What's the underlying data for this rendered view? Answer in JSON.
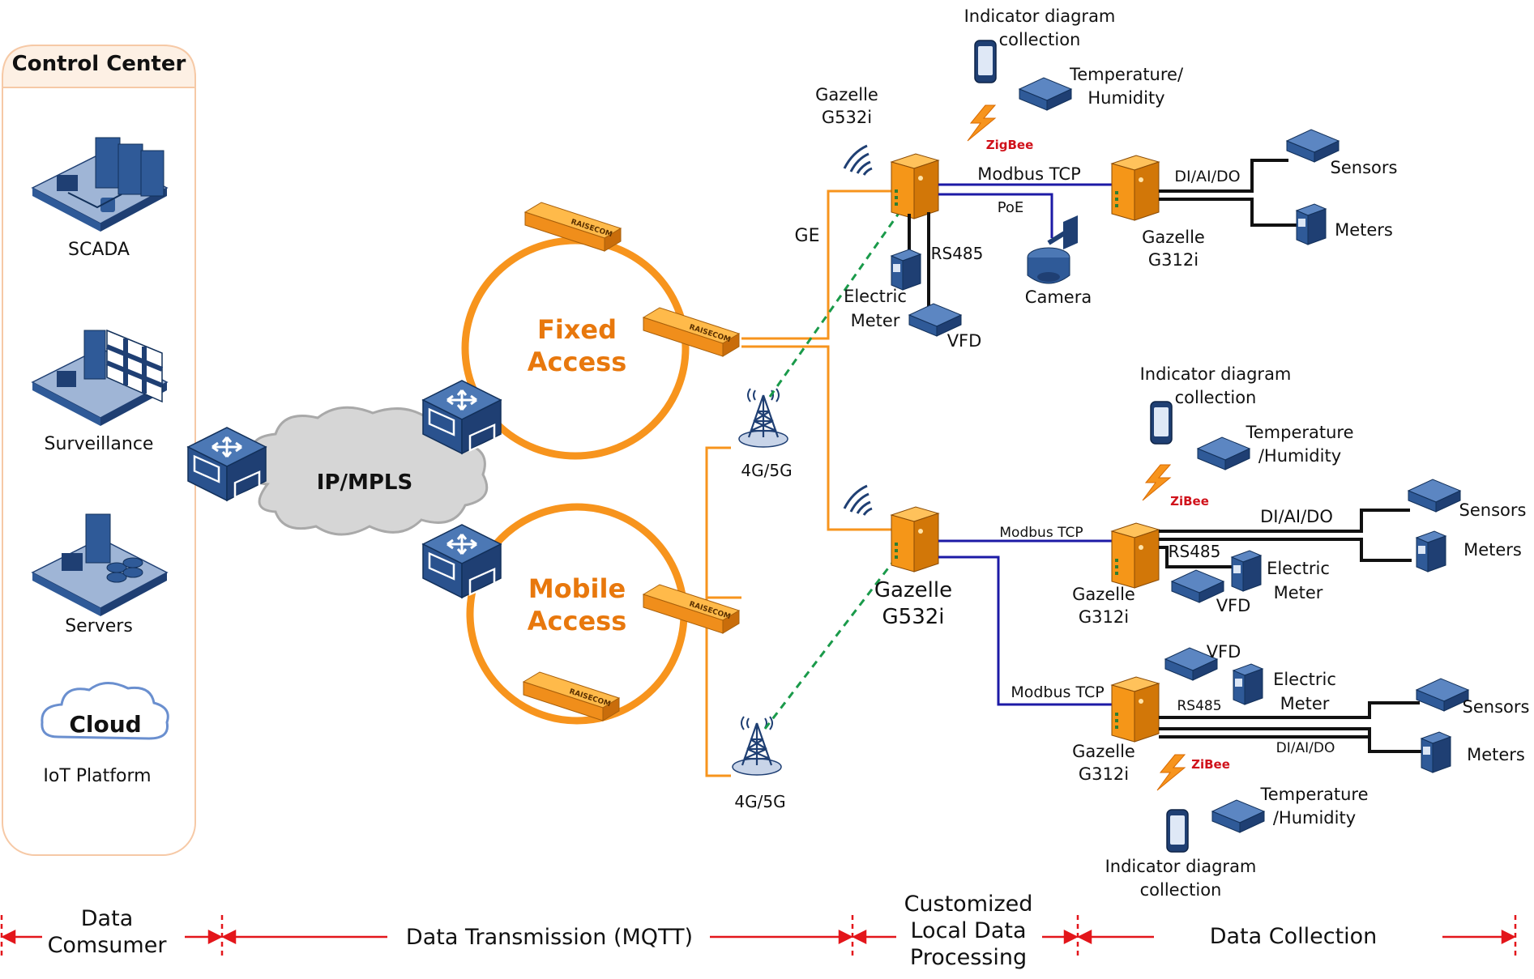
{
  "control_center": {
    "title": "Control Center",
    "items": [
      "SCADA",
      "Surveillance",
      "Servers",
      "IoT Platform"
    ],
    "cloud_label": "Cloud"
  },
  "core": {
    "cloud_label": "IP/MPLS",
    "fixed_ring": [
      "Fixed",
      "Access"
    ],
    "mobile_ring": [
      "Mobile",
      "Access"
    ],
    "switch_brand": "RAISECOM",
    "tower_label": "4G/5G",
    "ge_label": "GE"
  },
  "site1": {
    "gateway": [
      "Gazelle",
      "G532i"
    ],
    "collection": [
      "Indicator diagram",
      "collection"
    ],
    "temp": [
      "Temperature/",
      "Humidity"
    ],
    "zigbee": "ZigBee",
    "modbus": "Modbus TCP",
    "poe": "PoE",
    "rs485": "RS485",
    "electric_meter": [
      "Electric",
      "Meter"
    ],
    "vfd": "VFD",
    "camera": "Camera",
    "dio": "DI/AI/DO",
    "g312": [
      "Gazelle",
      "G312i"
    ],
    "sensors": "Sensors",
    "meters": "Meters"
  },
  "site2": {
    "gateway": [
      "Gazelle",
      "G532i"
    ],
    "collection": [
      "Indicator diagram",
      "collection"
    ],
    "temp": [
      "Temperature",
      "/Humidity"
    ],
    "zibee": "ZiBee",
    "modbus": "Modbus TCP",
    "dio": "DI/AI/DO",
    "rs485": "RS485",
    "electric_meter": [
      "Electric",
      "Meter"
    ],
    "vfd": "VFD",
    "g312": [
      "Gazelle",
      "G312i"
    ],
    "sensors": "Sensors",
    "meters": "Meters"
  },
  "site3": {
    "modbus": "Modbus TCP",
    "vfd": "VFD",
    "electric_meter": [
      "Electric",
      "Meter"
    ],
    "rs485": "RS485",
    "dio": "DI/AI/DO",
    "g312": [
      "Gazelle",
      "G312i"
    ],
    "zibee": "ZiBee",
    "sensors": "Sensors",
    "meters": "Meters",
    "temp": [
      "Temperature",
      "/Humidity"
    ],
    "collection": [
      "Indicator diagram",
      "collection"
    ]
  },
  "bottom": {
    "data_consumer": [
      "Data",
      "Comsumer"
    ],
    "transmission": "Data Transmission (MQTT)",
    "processing": [
      "Customized",
      "Local Data",
      "Processing"
    ],
    "collection": "Data Collection"
  },
  "colors": {
    "orange": "#f7941d",
    "blue_link": "#1c1aa6",
    "navy": "#1f3f73",
    "red": "#e3161b",
    "green_dash": "#1a9a4a",
    "zigbee_red": "#d0121b"
  }
}
